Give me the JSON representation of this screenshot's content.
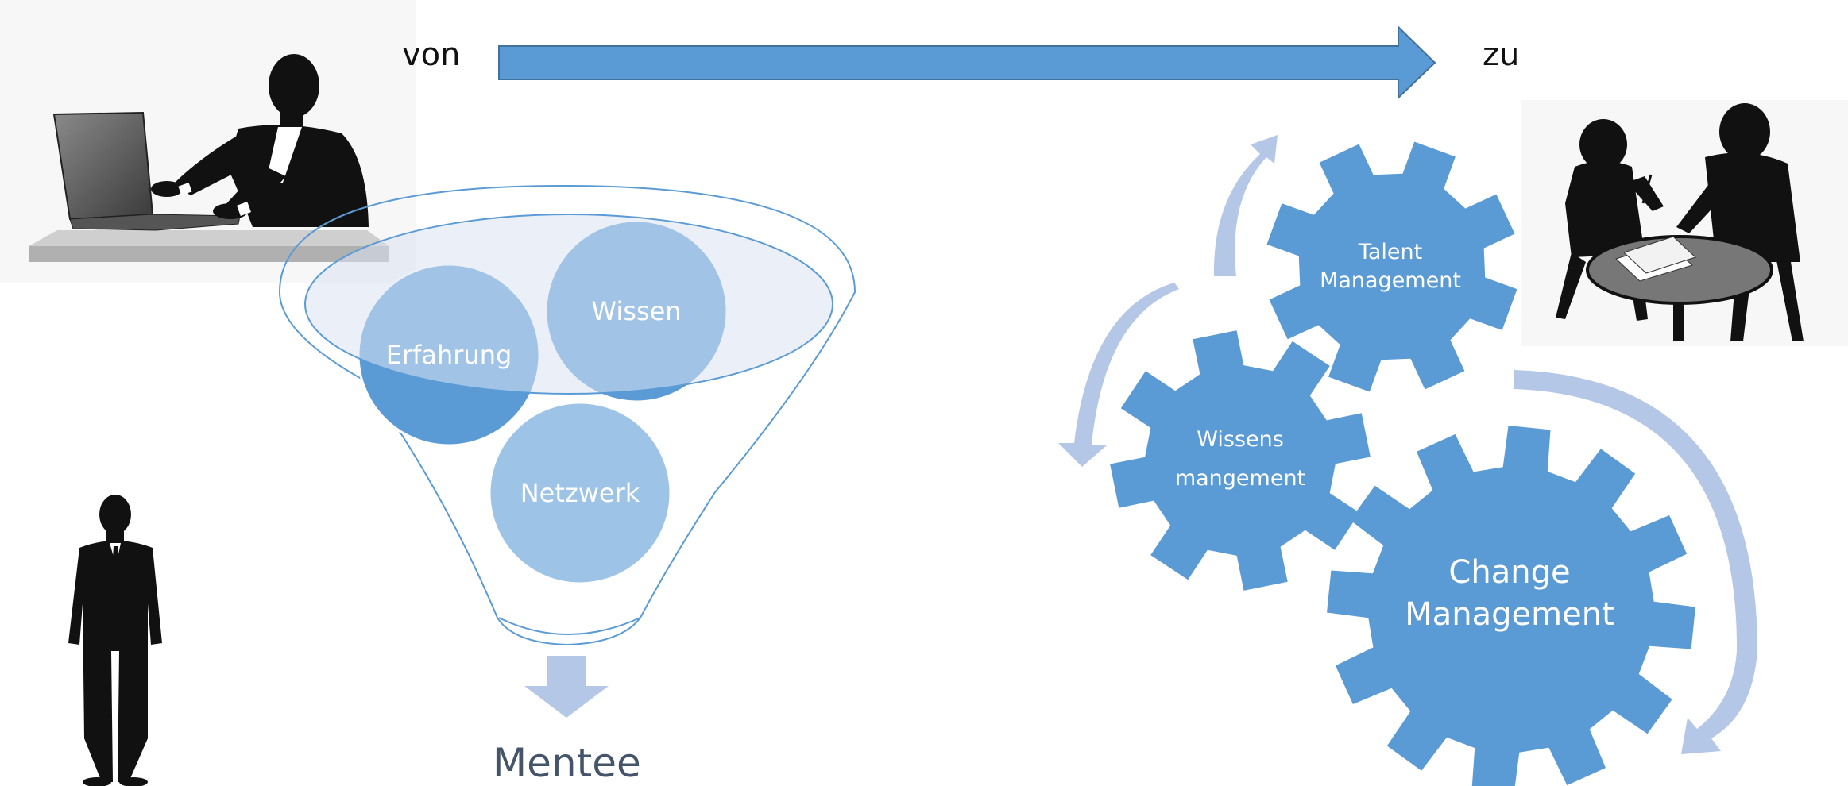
{
  "header": {
    "from_label": "von",
    "to_label": "zu"
  },
  "funnel": {
    "circles": [
      {
        "id": "erfahrung",
        "label": "Erfahrung"
      },
      {
        "id": "wissen",
        "label": "Wissen"
      },
      {
        "id": "netzwerk",
        "label": "Netzwerk"
      }
    ],
    "output_label": "Mentee"
  },
  "gears": [
    {
      "id": "talent",
      "lines": [
        "Talent",
        "Management"
      ]
    },
    {
      "id": "wissensmgmt",
      "lines": [
        "Wissens",
        "mangement"
      ]
    },
    {
      "id": "change",
      "lines": [
        "Change",
        "Management"
      ]
    }
  ],
  "colors": {
    "primary_blue": "#5b9bd5",
    "light_blue": "#9dc3e6",
    "pale_blue": "#b4c7e7",
    "silhouette": "#111111"
  }
}
